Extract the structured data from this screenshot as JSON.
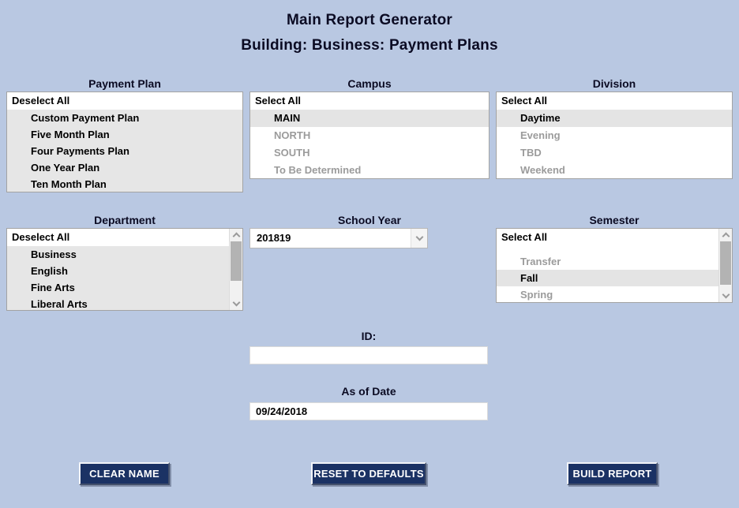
{
  "title": "Main Report Generator",
  "subtitle": "Building: Business: Payment Plans",
  "payment_plan": {
    "label": "Payment Plan",
    "top_item": "Deselect All",
    "items": [
      "Custom Payment Plan",
      "Five Month Plan",
      "Four Payments Plan",
      "One Year Plan",
      "Ten Month Plan"
    ]
  },
  "campus": {
    "label": "Campus",
    "top_item": "Select All",
    "items": [
      {
        "label": "MAIN",
        "state": "selected"
      },
      {
        "label": "NORTH",
        "state": "unselected"
      },
      {
        "label": "SOUTH",
        "state": "unselected"
      },
      {
        "label": "To Be Determined",
        "state": "unselected"
      }
    ]
  },
  "division": {
    "label": "Division",
    "top_item": "Select All",
    "items": [
      {
        "label": "Daytime",
        "state": "selected"
      },
      {
        "label": "Evening",
        "state": "unselected"
      },
      {
        "label": "TBD",
        "state": "unselected"
      },
      {
        "label": "Weekend",
        "state": "unselected"
      }
    ]
  },
  "department": {
    "label": "Department",
    "top_item": "Deselect All",
    "items": [
      "Business",
      "English",
      "Fine Arts",
      "Liberal Arts"
    ]
  },
  "school_year": {
    "label": "School Year",
    "value": "201819"
  },
  "semester": {
    "label": "Semester",
    "top_item": "Select All",
    "items": [
      {
        "label": "Transfer",
        "state": "unselected"
      },
      {
        "label": "Fall",
        "state": "selected"
      },
      {
        "label": "Spring",
        "state": "unselected"
      }
    ]
  },
  "id_field": {
    "label": "ID:",
    "value": ""
  },
  "as_of_date": {
    "label": "As of Date",
    "value": "09/24/2018"
  },
  "buttons": {
    "clear_name": "CLEAR NAME",
    "reset_defaults": "RESET TO DEFAULTS",
    "build_report": "BUILD REPORT"
  },
  "colors": {
    "background": "#b9c8e2",
    "button_bg": "#1b3264",
    "button_text": "#ffffff",
    "items_bg": "#e6e6e6",
    "selected_row_bg": "#e4e4e4",
    "muted_text": "#9b9b9b"
  }
}
